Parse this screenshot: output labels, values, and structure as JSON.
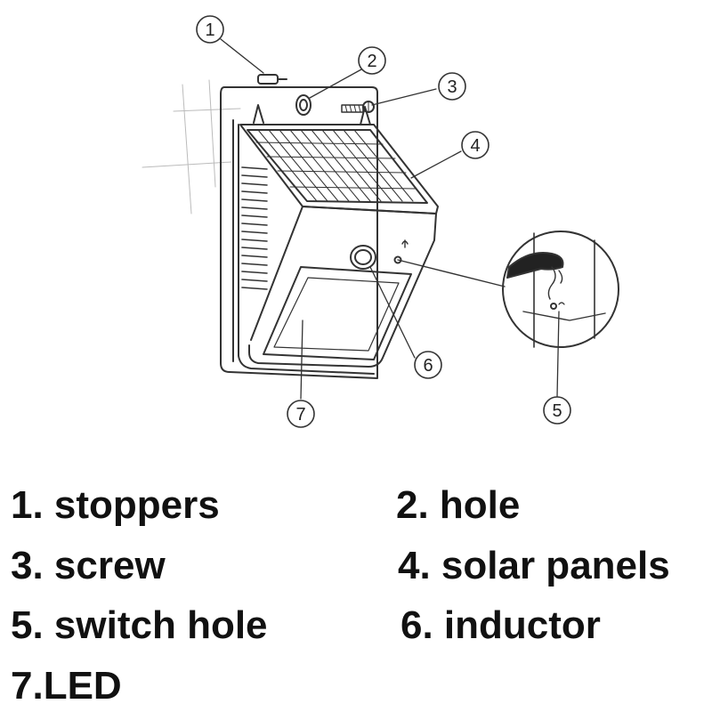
{
  "callouts": [
    {
      "number": "1"
    },
    {
      "number": "2"
    },
    {
      "number": "3"
    },
    {
      "number": "4"
    },
    {
      "number": "5"
    },
    {
      "number": "6"
    },
    {
      "number": "7"
    }
  ],
  "legend": [
    {
      "text": "1. stoppers"
    },
    {
      "text": "2. hole"
    },
    {
      "text": "3. screw"
    },
    {
      "text": "4. solar panels"
    },
    {
      "text": "5. switch hole"
    },
    {
      "text": "6. inductor"
    },
    {
      "text": "7.LED"
    }
  ],
  "colors": {
    "line": "#333333",
    "text": "#111111"
  }
}
